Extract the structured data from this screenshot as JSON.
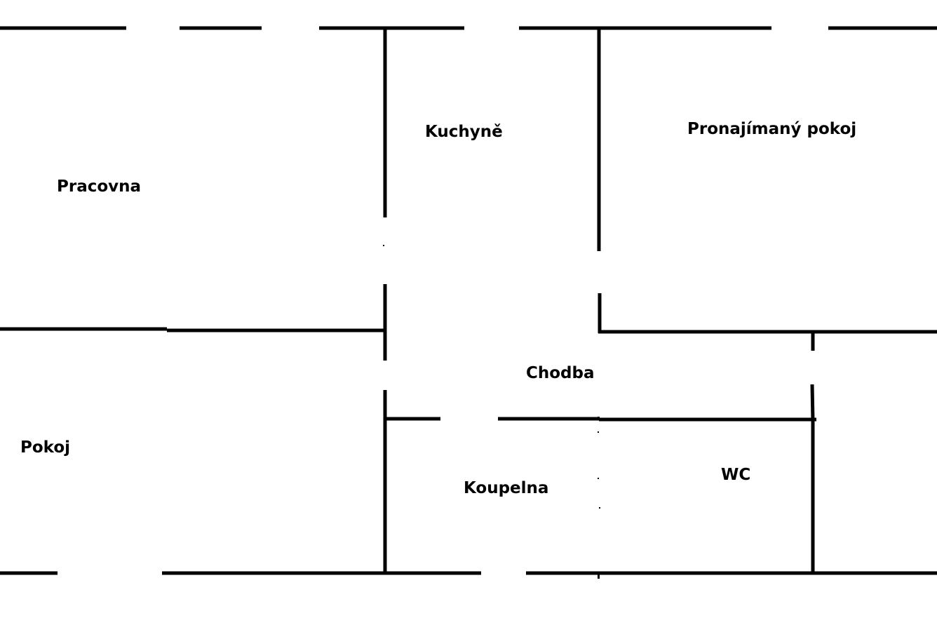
{
  "floor_plan": {
    "rooms": {
      "pracovna": "Pracovna",
      "kuchyne": "Kuchyně",
      "pronajimany_pokoj": "Pronajímaný pokoj",
      "pokoj": "Pokoj",
      "chodba": "Chodba",
      "koupelna": "Koupelna",
      "wc": "WC"
    },
    "colors": {
      "wall": "#000000",
      "background": "#ffffff"
    }
  }
}
